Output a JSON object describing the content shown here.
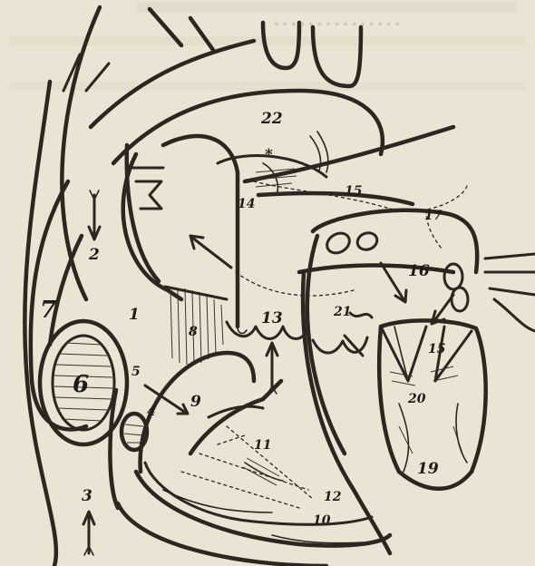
{
  "figure": {
    "labels": {
      "l1": "1",
      "l2": "2",
      "l3": "3",
      "l4": "4",
      "l5": "5",
      "l6": "6",
      "l7": "7",
      "l8": "8",
      "l9": "9",
      "l10": "10",
      "l11": "11",
      "l12": "12",
      "l13": "13",
      "l14": "14",
      "l15a": "15",
      "l15b": "15",
      "l16": "16",
      "l17": "17",
      "l19": "19",
      "l20": "20",
      "l21": "21",
      "l22": "22",
      "star": "*"
    },
    "colors": {
      "paper": "#e9e4d4",
      "ink": "#2b2620"
    }
  }
}
